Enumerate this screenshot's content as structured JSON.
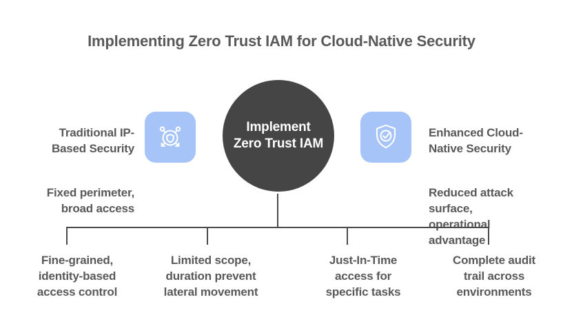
{
  "title": "Implementing Zero Trust IAM for Cloud-Native Security",
  "center": {
    "label": "Implement\nZero Trust IAM"
  },
  "left": {
    "heading": "Traditional IP-\nBased Security",
    "subtext": "Fixed perimeter,\nbroad access",
    "icon": "network-shield-icon"
  },
  "right": {
    "heading": "Enhanced Cloud-\nNative Security",
    "subtext": "Reduced attack\nsurface,\noperational\nadvantage",
    "icon": "shield-check-icon"
  },
  "branches": [
    {
      "label": "Fine-grained,\nidentity-based\naccess control"
    },
    {
      "label": "Limited scope,\nduration prevent\nlateral movement"
    },
    {
      "label": "Just-In-Time\naccess for\nspecific tasks"
    },
    {
      "label": "Complete audit\ntrail across\nenvironments"
    }
  ],
  "colors": {
    "background": "#ffffff",
    "text": "#595959",
    "circle_fill": "#454545",
    "circle_text": "#ffffff",
    "icon_tile": "#a7c4f8",
    "icon_stroke": "#ffffff",
    "line": "#4a4a4a"
  }
}
